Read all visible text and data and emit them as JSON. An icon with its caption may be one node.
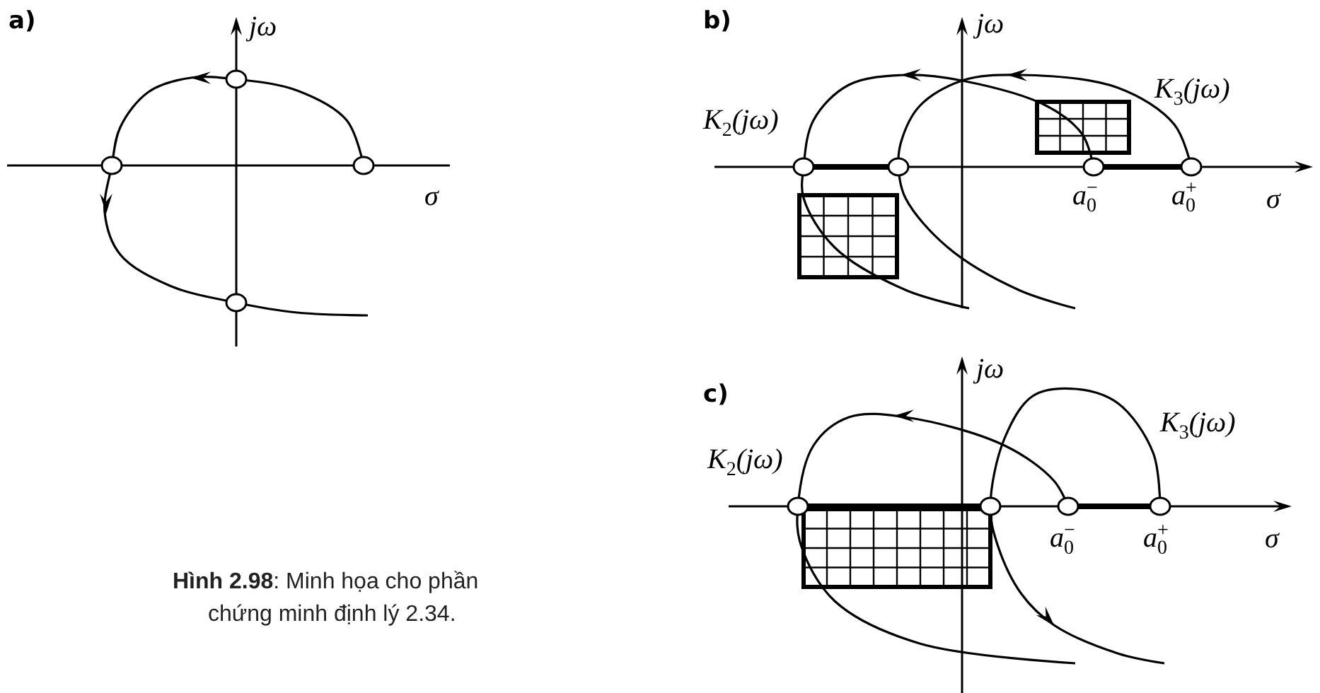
{
  "diagram": {
    "caption": "**Hình 2.98**: Minh họa cho phần chứng minh định lý 2.34.",
    "labels": [
      "a)",
      "jω",
      "σ",
      "b)",
      "jω",
      "K$_{2}$(jω)",
      "K$_{3}$(jω)",
      "a$_{0}$$^{−}$",
      "a$_{0}$$^{+}$",
      "σ",
      "c)",
      "jω",
      "K$_{2}$(jω)",
      "K$_{3}$(jω)",
      "a$_{0}$$^{−}$",
      "a$_{0}$$^{+}$",
      "σ"
    ]
  }
}
